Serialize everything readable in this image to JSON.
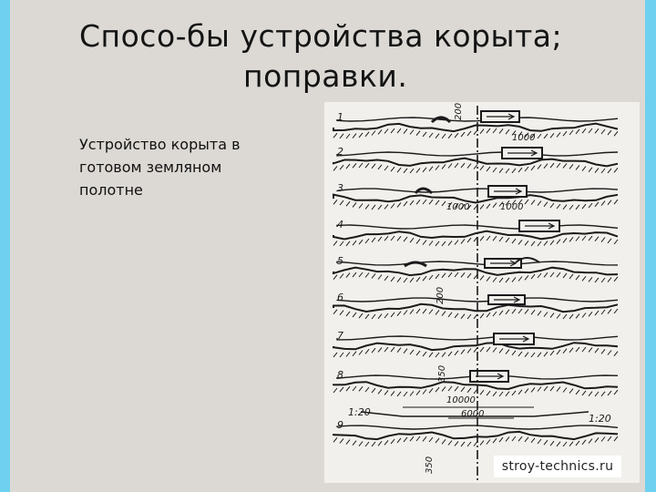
{
  "slide": {
    "title_line1": "Спосо-бы устройства корыта;",
    "title_line2": "поправки.",
    "body": "Устройство корыта в готовом земляном полотне"
  },
  "figure": {
    "row_numbers": [
      "1",
      "2",
      "3",
      "4",
      "5",
      "6",
      "7",
      "8",
      "9"
    ],
    "dim_labels": {
      "d200a": "200",
      "d1000a": "1000",
      "d1000b": "1000",
      "d1000c": "1000",
      "d200b": "200",
      "d350a": "350",
      "d10000": "10000",
      "d6000": "6000",
      "slope_left": "1:20",
      "slope_right": "1:20",
      "d350b": "350"
    }
  },
  "watermark": "stroy-technics.ru"
}
